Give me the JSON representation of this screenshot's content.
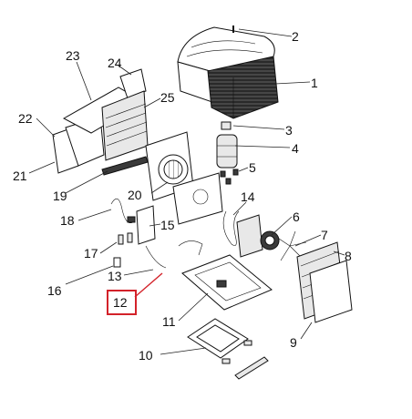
{
  "labels": {
    "p1": "1",
    "p2": "2",
    "p3": "3",
    "p4": "4",
    "p5": "5",
    "p6": "6",
    "p7": "7",
    "p8": "8",
    "p9": "9",
    "p10": "10",
    "p11": "11",
    "p12": "12",
    "p13": "13",
    "p14": "14",
    "p15": "15",
    "p16": "16",
    "p17": "17",
    "p18": "18",
    "p19": "19",
    "p20": "20",
    "p21": "21",
    "p22": "22",
    "p23": "23",
    "p24": "24",
    "p25": "25"
  },
  "highlight": {
    "part": "12",
    "color": "#d3222a"
  }
}
